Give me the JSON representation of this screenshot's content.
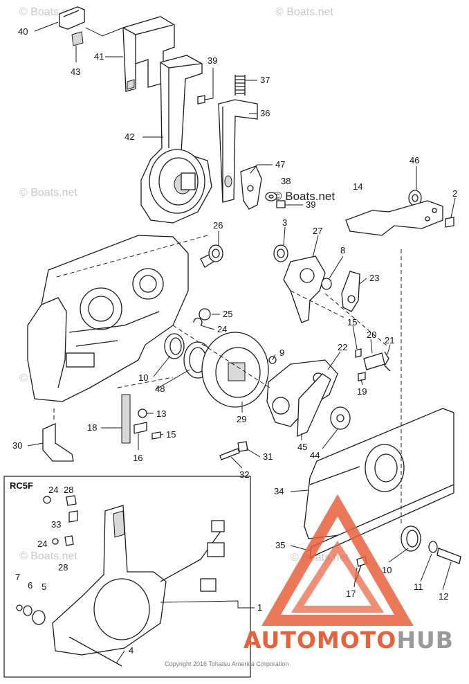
{
  "watermark": "© Boats.net",
  "inset": {
    "title": "RC5F"
  },
  "copyright": "Copyright 2016 Tohatsu America Corporation",
  "logo": {
    "text_auto": "AUTO",
    "text_moto": "MOTO",
    "text_hub": "HUB",
    "color_primary": "#e8603c",
    "color_secondary": "#9a9a9a"
  },
  "callouts": {
    "c1": "1",
    "c2": "2",
    "c3": "3",
    "c4": "4",
    "c5": "5",
    "c6": "6",
    "c7": "7",
    "c8": "8",
    "c9": "9",
    "c10a": "10",
    "c10b": "10",
    "c11": "11",
    "c12": "12",
    "c13": "13",
    "c14": "14",
    "c15a": "15",
    "c15b": "15",
    "c16": "16",
    "c17": "17",
    "c18": "18",
    "c19": "19",
    "c20": "20",
    "c21": "21",
    "c22": "22",
    "c23": "23",
    "c24a": "24",
    "c24b": "24",
    "c24c": "24",
    "c25": "25",
    "c26": "26",
    "c27": "27",
    "c28a": "28",
    "c28b": "28",
    "c29": "29",
    "c30": "30",
    "c31": "31",
    "c32": "32",
    "c33": "33",
    "c34": "34",
    "c35": "35",
    "c36": "36",
    "c37": "37",
    "c38": "38",
    "c39a": "39",
    "c39b": "39",
    "c40": "40",
    "c41": "41",
    "c42": "42",
    "c43": "43",
    "c44": "44",
    "c45": "45",
    "c46": "46",
    "c47": "47",
    "c48": "48"
  }
}
